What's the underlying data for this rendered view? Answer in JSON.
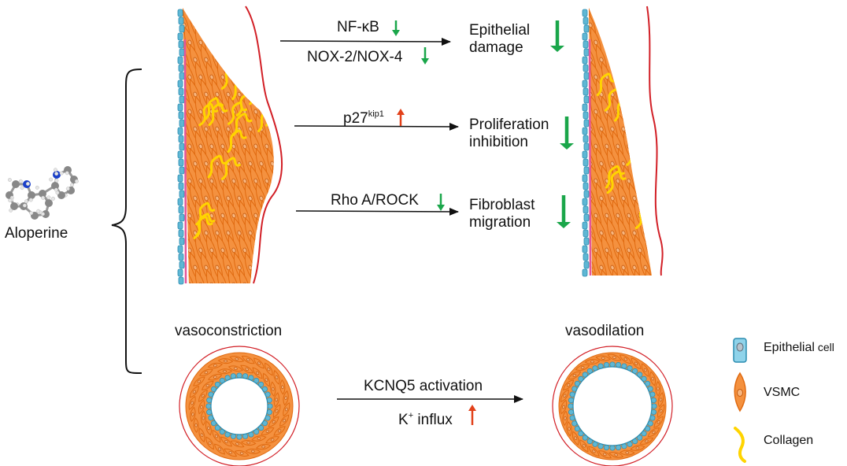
{
  "drug": {
    "name": "Aloperine"
  },
  "colors": {
    "vsmc_fill": "#f4913f",
    "vsmc_stroke": "#e06a10",
    "collagen": "#ffd400",
    "epithelial": "#5fb7d4",
    "adventitia": "#d21f26",
    "intima_pink": "#e4569a",
    "arrow_down": "#1aa64a",
    "arrow_up": "#e2411a"
  },
  "pathways": [
    {
      "line1": "NF-κB",
      "line1_arrow": "down",
      "line2": "NOX-2/NOX-4",
      "line2_arrow": "down",
      "outcome_line1": "Epithelial",
      "outcome_line2": "damage",
      "outcome_arrow": "down"
    },
    {
      "line1": "p27",
      "line1_sup": "kip1",
      "line1_arrow": "up",
      "outcome_line1": "Proliferation",
      "outcome_line2": "inhibition",
      "outcome_arrow": "down"
    },
    {
      "line1": "Rho A/ROCK",
      "line1_arrow": "down",
      "outcome_line1": "Fibroblast",
      "outcome_line2": "migration",
      "outcome_arrow": "down"
    }
  ],
  "vessel": {
    "left_label": "vasoconstriction",
    "right_label": "vasodilation",
    "mechanism_line1": "KCNQ5 activation",
    "mechanism_line2": "K",
    "mechanism_line2_sup": "+",
    "mechanism_line2_rest": " influx",
    "mechanism_arrow": "up"
  },
  "legend": [
    {
      "icon": "epithelial-cell-icon",
      "label": "Epithelial",
      "label_small": " cell"
    },
    {
      "icon": "vsmc-icon",
      "label": "VSMC"
    },
    {
      "icon": "collagen-icon",
      "label": "Collagen"
    }
  ]
}
